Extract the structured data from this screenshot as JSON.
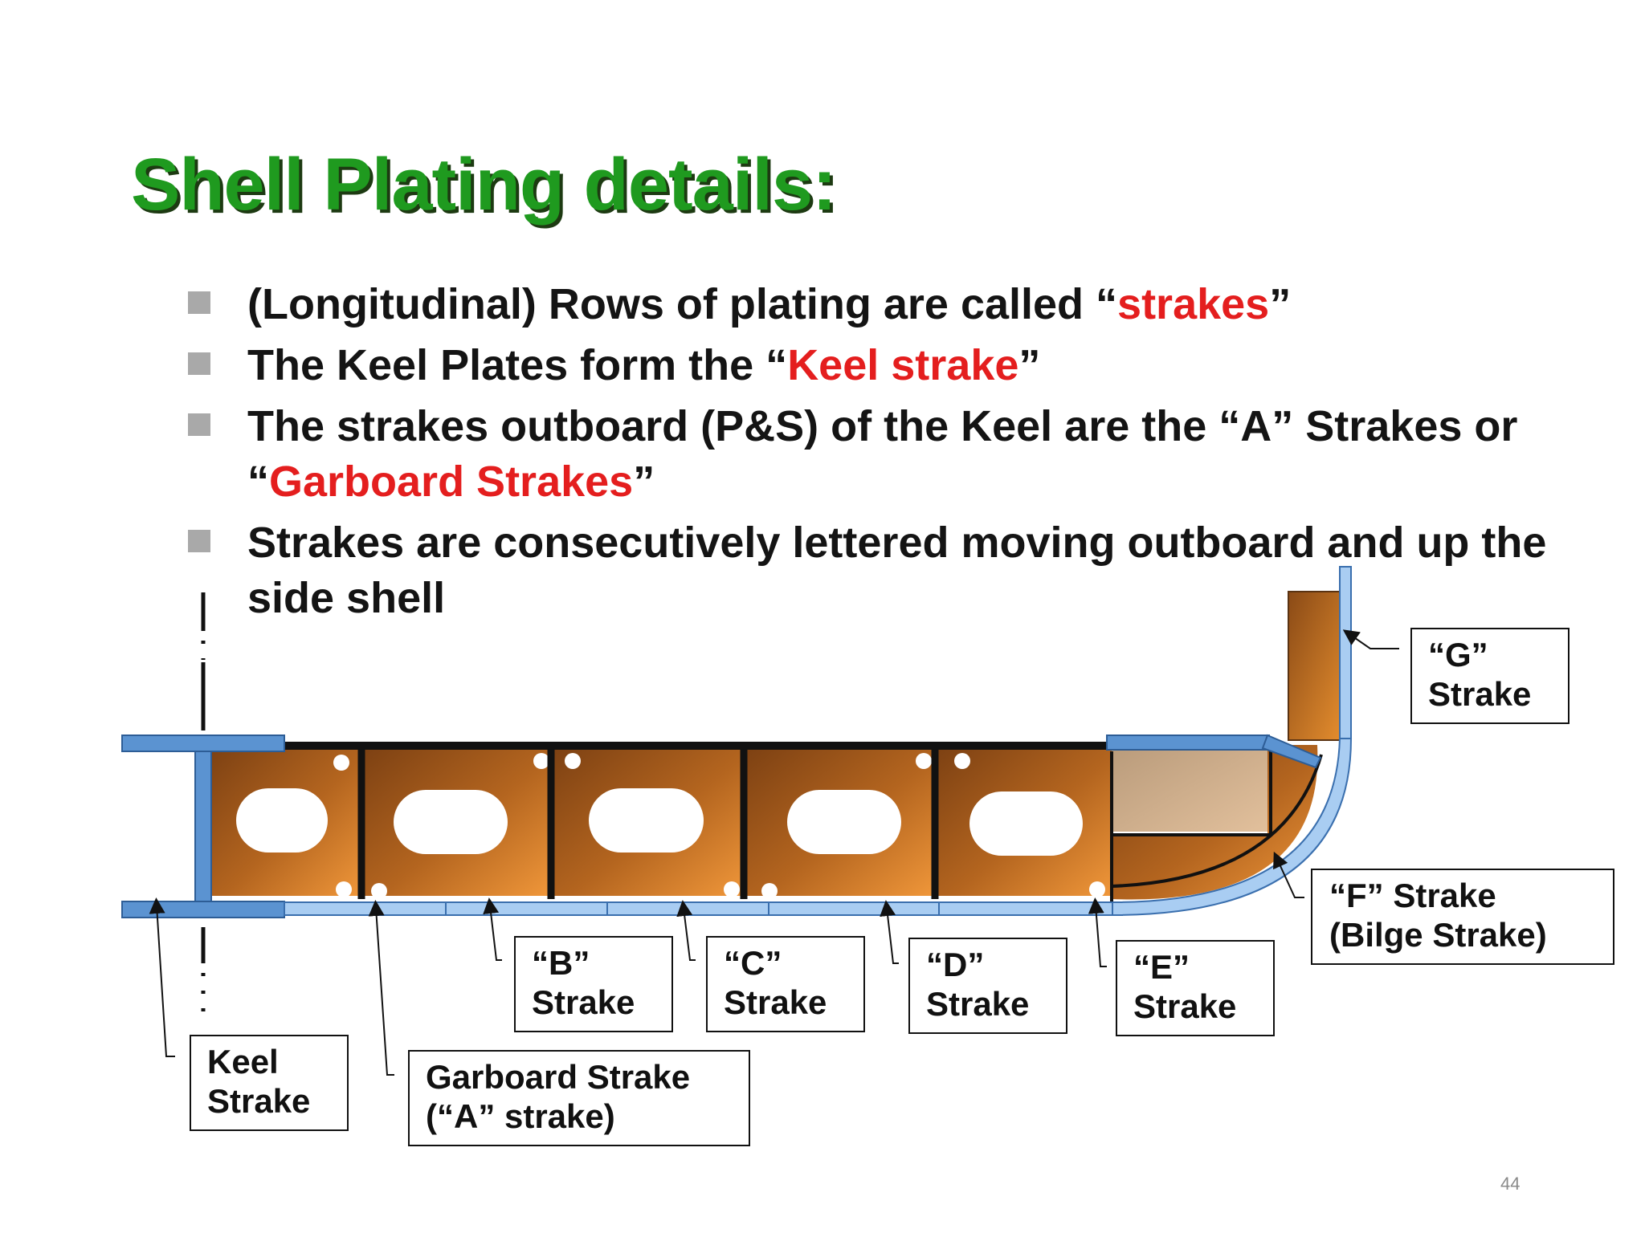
{
  "slide": {
    "title": "Shell Plating details:",
    "page_number": "44"
  },
  "bullets": [
    {
      "before": "(Longitudinal) Rows of plating are called “",
      "highlight": "strakes",
      "after": "”"
    },
    {
      "before": "The Keel Plates form the “",
      "highlight": "Keel strake",
      "after": "”"
    },
    {
      "before": "The strakes outboard (P&S) of the Keel are the “A” Strakes or “",
      "highlight": "Garboard Strakes",
      "after": "”"
    },
    {
      "before": "Strakes are consecutively lettered moving outboard and up the side shell",
      "highlight": "",
      "after": ""
    }
  ],
  "labels": {
    "keel": [
      "Keel",
      "Strake"
    ],
    "garboard": [
      "Garboard Strake",
      "(“A” strake)"
    ],
    "b": [
      "“B”",
      "Strake"
    ],
    "c": [
      "“C”",
      "Strake"
    ],
    "d": [
      "“D”",
      "Strake"
    ],
    "e": [
      "“E”",
      "Strake"
    ],
    "f": [
      "“F” Strake",
      "(Bilge Strake)"
    ],
    "g": [
      "“G”",
      "Strake"
    ]
  },
  "colors": {
    "title": "#1f9a1f",
    "highlight": "#e41e1e",
    "plate_blue": "#5b93d1",
    "plate_light_blue": "#a9cdf2",
    "floor_brown": "#a0581c",
    "floor_orange": "#e68c2f"
  }
}
